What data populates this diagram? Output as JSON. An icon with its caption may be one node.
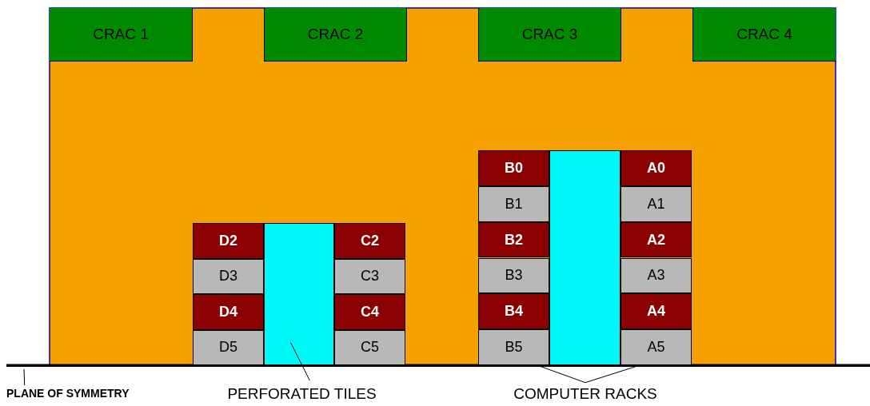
{
  "diagram": {
    "nodes": [
      {
        "text": [
          "CRAC 1"
        ]
      },
      {
        "text": [
          "CRAC 2"
        ]
      },
      {
        "text": [
          "CRAC 3"
        ]
      },
      {
        "text": [
          "CRAC 4"
        ]
      },
      {
        "text": [
          "D2"
        ]
      },
      {
        "text": [],
        "shape": "box"
      },
      {
        "text": [
          "C2"
        ]
      },
      {
        "text": [
          "D3"
        ]
      },
      {
        "text": [
          "C3"
        ]
      },
      {
        "text": [
          "D4"
        ]
      },
      {
        "text": [
          "C4"
        ]
      },
      {
        "text": [
          "D5"
        ]
      },
      {
        "text": [
          "C5"
        ]
      },
      {
        "text": [
          "B0"
        ]
      },
      {
        "text": [],
        "shape": "box"
      },
      {
        "text": [
          "A0"
        ]
      },
      {
        "text": [
          "B1"
        ]
      },
      {
        "text": [
          "A1"
        ]
      },
      {
        "text": [
          "B2"
        ]
      },
      {
        "text": [
          "A2"
        ]
      },
      {
        "text": [
          "B3"
        ]
      },
      {
        "text": [
          "A3"
        ]
      },
      {
        "text": [
          "B4"
        ]
      },
      {
        "text": [
          "A4"
        ]
      },
      {
        "text": [
          "B5"
        ]
      },
      {
        "text": [
          "A5"
        ]
      },
      {
        "text": [
          "PLANE OF SYMMETRY"
        ]
      },
      {
        "text": [
          "PERFORATED TILES"
        ]
      },
      {
        "text": [
          "COMPUTER RACKS"
        ]
      }
    ],
    "edges": [
      {
        "from": 26,
        "to": null,
        "arrow": "none"
      },
      {
        "from": 27,
        "to": 5,
        "arrow": "none"
      },
      {
        "from": 28,
        "to": 24,
        "arrow": "none"
      },
      {
        "from": 28,
        "to": 25,
        "arrow": "none"
      }
    ]
  }
}
